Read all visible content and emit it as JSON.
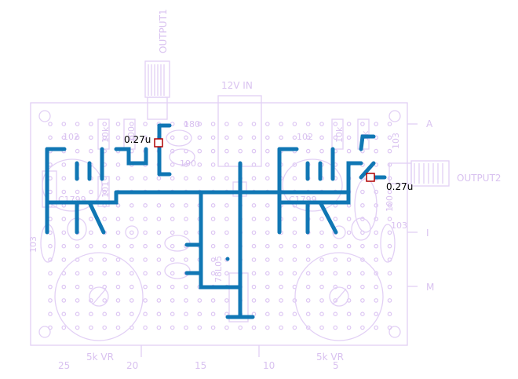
{
  "labels": {
    "output1": "OUTPUT1",
    "output2": "OUTPUT2",
    "power_in": "12V IN",
    "row_a": "A",
    "row_i": "I",
    "row_m": "M",
    "vr_left": "5k VR",
    "vr_right": "5k VR",
    "cap_left": "0.27u",
    "cap_right": "0.27u",
    "trans_left": "C1799",
    "trans_right": "C1799",
    "res_left": "10k",
    "res_right": "10k",
    "code_103_left": "103",
    "code_103_right": "103",
    "code_103_top_right": "103",
    "code_102_left": "102",
    "code_102_right": "102",
    "code_100_top": "100",
    "code_100_right": "100",
    "code_101": "101",
    "code_1k": "1k",
    "code_78l05": "78L05",
    "code_180": "180",
    "code_190": "190"
  },
  "columns": [
    "25",
    "20",
    "15",
    "10",
    "5"
  ],
  "colors": {
    "trace": "#1077b4",
    "silkscreen": "#e2d0f5",
    "capacitor_marker": "#b00000"
  }
}
